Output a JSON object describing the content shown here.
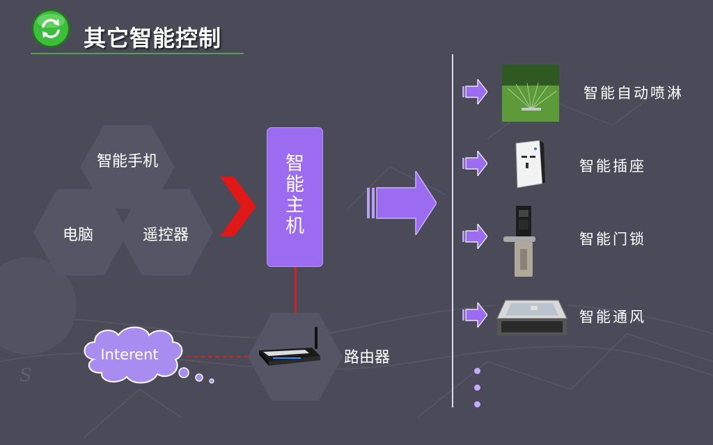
{
  "title": "其它智能控制",
  "colors": {
    "background": "#4a4a58",
    "title_underline": "#4ea24e",
    "host_fill": "#9b6cf0",
    "arrow_fill": "#9b6cf0",
    "connector": "#d82020",
    "cloud_fill": "#a98cf0",
    "hex_fill": "#555565"
  },
  "inputs": {
    "phone": "智能手机",
    "pc": "电脑",
    "remote": "遥控器"
  },
  "host": {
    "chars": [
      "智",
      "能",
      "主",
      "机"
    ]
  },
  "network": {
    "cloud": "Interent",
    "router": "路由器"
  },
  "outputs": [
    {
      "label": "智能自动喷淋",
      "icon": "sprinkler-lawn-photo"
    },
    {
      "label": "智能插座",
      "icon": "wall-socket-photo"
    },
    {
      "label": "智能门锁",
      "icon": "door-lock-photo"
    },
    {
      "label": "智能通风",
      "icon": "ventilation-unit-photo"
    }
  ]
}
